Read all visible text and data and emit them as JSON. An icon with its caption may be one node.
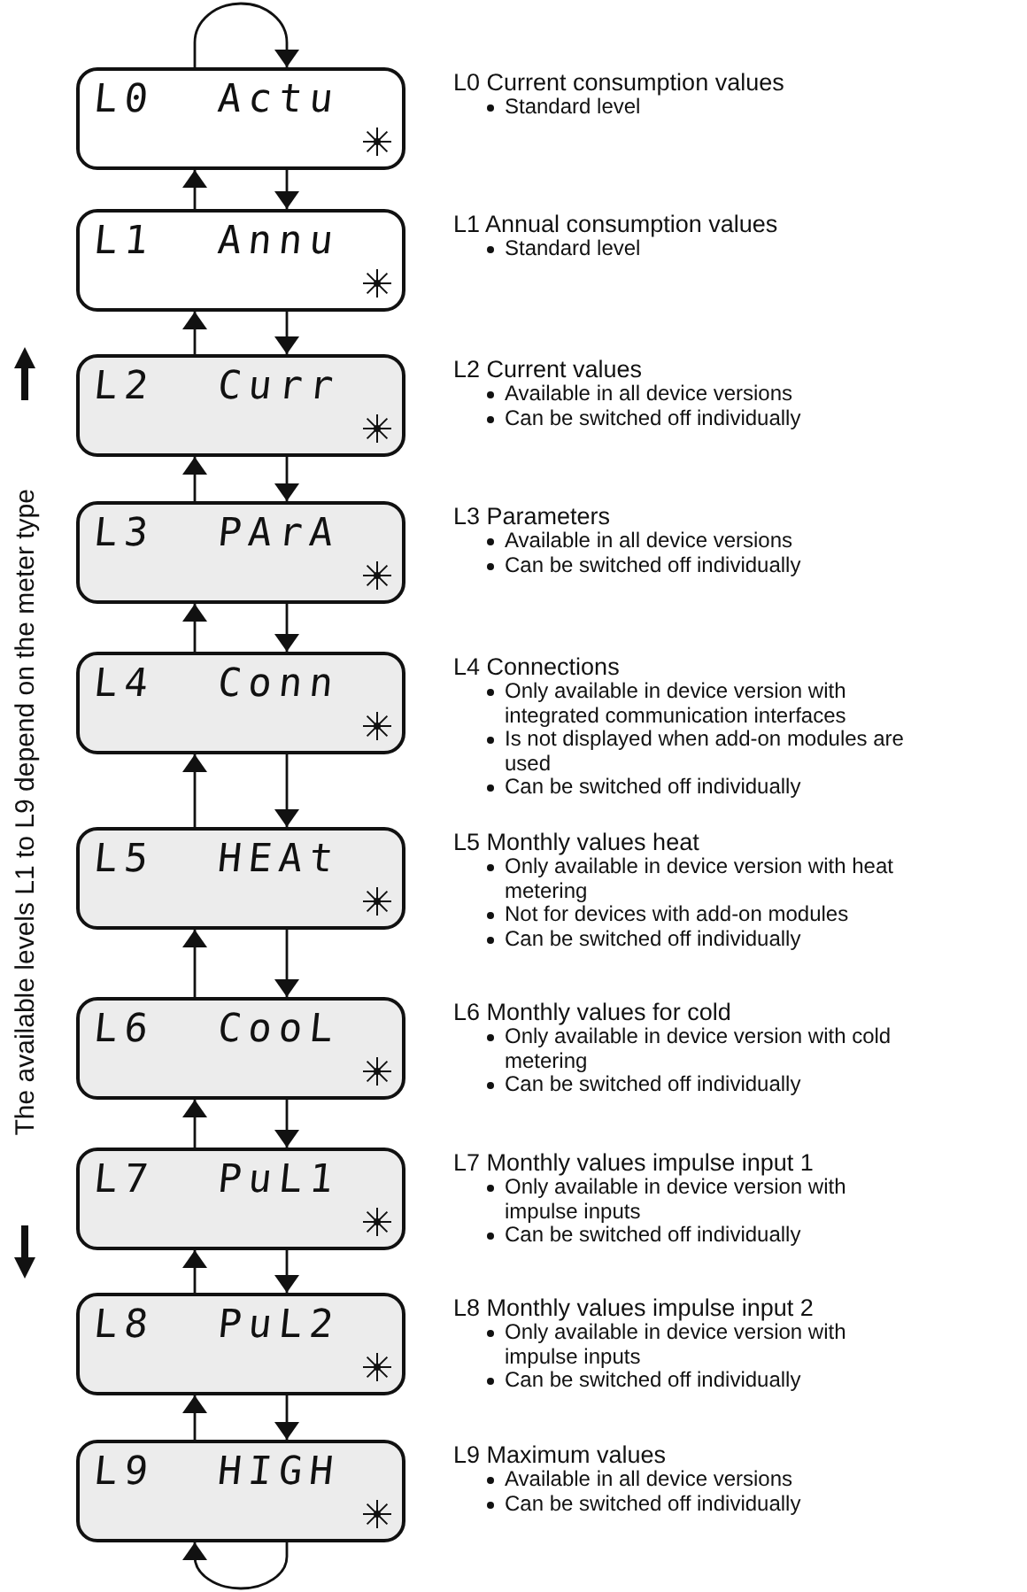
{
  "diagram": {
    "nodes": [
      {
        "text": [
          "L0",
          "Actu"
        ],
        "beside": [
          "L0 Current consumption values",
          "Standard level"
        ]
      },
      {
        "text": [
          "L1",
          "Annu"
        ],
        "beside": [
          "L1 Annual consumption values",
          "Standard level"
        ]
      },
      {
        "text": [
          "L2",
          "Curr"
        ],
        "beside": [
          "L2 Current values",
          "Available in all device versions",
          "Can be switched off individually"
        ]
      },
      {
        "text": [
          "L3",
          "PArA"
        ],
        "beside": [
          "L3 Parameters",
          "Available in all device versions",
          "Can be switched off individually"
        ]
      },
      {
        "text": [
          "L4",
          "Conn"
        ],
        "beside": [
          "L4 Connections",
          "Only available in device version with integrated communication interfaces",
          "Is not displayed when add-on modules are used",
          "Can be switched off individually"
        ]
      },
      {
        "text": [
          "L5",
          "HEAt"
        ],
        "beside": [
          "L5 Monthly values heat",
          "Only available in device version with heat metering",
          "Not for devices with add-on modules",
          "Can be switched off individually"
        ]
      },
      {
        "text": [
          "L6",
          "CooL"
        ],
        "beside": [
          "L6 Monthly values for cold",
          "Only available in device version with cold metering",
          "Can be switched off individually"
        ]
      },
      {
        "text": [
          "L7",
          "PuL1"
        ],
        "beside": [
          "L7 Monthly values impulse input 1",
          "Only available in device version with impulse inputs",
          "Can be switched off individually"
        ]
      },
      {
        "text": [
          "L8",
          "PuL2"
        ],
        "beside": [
          "L8 Monthly values impulse input 2",
          "Only available in device version with impulse inputs",
          "Can be switched off individually"
        ]
      },
      {
        "text": [
          "L9",
          "HIGH"
        ],
        "beside": [
          "L9 Maximum values",
          "Available in all device versions",
          "Can be switched off individually"
        ]
      }
    ],
    "edges": [
      {
        "from": 0,
        "to": 0,
        "arrow": "to"
      },
      {
        "from": 1,
        "to": 0,
        "arrow": "to"
      },
      {
        "from": 0,
        "to": 1,
        "arrow": "to"
      },
      {
        "from": 2,
        "to": 1,
        "arrow": "to"
      },
      {
        "from": 1,
        "to": 2,
        "arrow": "to"
      },
      {
        "from": 3,
        "to": 2,
        "arrow": "to"
      },
      {
        "from": 2,
        "to": 3,
        "arrow": "to"
      },
      {
        "from": 4,
        "to": 3,
        "arrow": "to"
      },
      {
        "from": 3,
        "to": 4,
        "arrow": "to"
      },
      {
        "from": 5,
        "to": 4,
        "arrow": "to"
      },
      {
        "from": 4,
        "to": 5,
        "arrow": "to"
      },
      {
        "from": 6,
        "to": 5,
        "arrow": "to"
      },
      {
        "from": 5,
        "to": 6,
        "arrow": "to"
      },
      {
        "from": 7,
        "to": 6,
        "arrow": "to"
      },
      {
        "from": 6,
        "to": 7,
        "arrow": "to"
      },
      {
        "from": 8,
        "to": 7,
        "arrow": "to"
      },
      {
        "from": 7,
        "to": 8,
        "arrow": "to"
      },
      {
        "from": 9,
        "to": 8,
        "arrow": "to"
      },
      {
        "from": 8,
        "to": 9,
        "arrow": "to"
      },
      {
        "from": 9,
        "to": 9,
        "arrow": "to"
      }
    ],
    "labels": [
      "The available levels L1 to L9 depend on the meter type"
    ]
  }
}
